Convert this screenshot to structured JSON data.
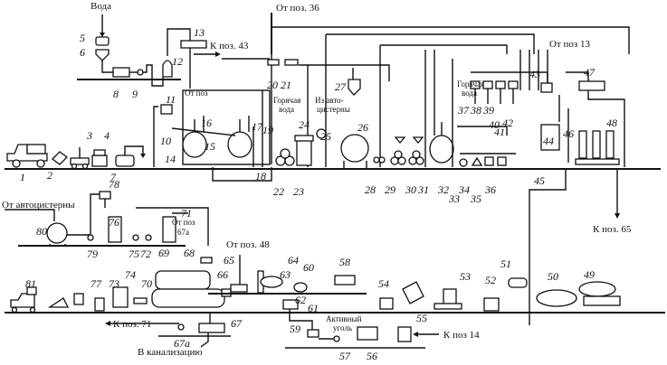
{
  "diagram": {
    "title": "Технологическая схема производства",
    "captions": {
      "voda": "Вода",
      "ot_poz_36": "От поз. 36",
      "k_poz_43": "К поз. 43",
      "ot_poz_13": "От поз 13",
      "ot_poz_top": "От поз",
      "goryachaya_voda_1_a": "Горячая",
      "goryachaya_voda_1_b": "вода",
      "iz_avtocisterny_a": "Из авто-",
      "iz_avtocisterny_b": "цистерны",
      "goryachaya_voda_2_a": "Горячая",
      "goryachaya_voda_2_b": "вода",
      "k_poz_65": "К поз. 65",
      "ot_avtocisterny": "От автоцистерны",
      "ot_poz_67a_a": "От поз",
      "ot_poz_67a_b": "67а",
      "ot_poz_48": "От поз. 48",
      "k_poz_71": "К поз. 71",
      "v_kanalizaciyu": "В канализацию",
      "aktivny_ugol_a": "Активный",
      "aktivny_ugol_b": "уголь",
      "k_poz_14": "К поз 14"
    },
    "positions": [
      "1",
      "2",
      "3",
      "4",
      "5",
      "6",
      "7",
      "8",
      "9",
      "10",
      "11",
      "12",
      "13",
      "14",
      "15",
      "16",
      "17",
      "18",
      "19",
      "20",
      "21",
      "22",
      "23",
      "24",
      "25",
      "26",
      "27",
      "28",
      "29",
      "30",
      "31",
      "32",
      "33",
      "34",
      "35",
      "36",
      "37",
      "38",
      "39",
      "40",
      "41",
      "42",
      "43",
      "44",
      "45",
      "46",
      "47",
      "48",
      "49",
      "50",
      "51",
      "52",
      "53",
      "54",
      "55",
      "56",
      "57",
      "58",
      "59",
      "60",
      "61",
      "62",
      "63",
      "64",
      "65",
      "66",
      "67",
      "67а",
      "68",
      "69",
      "70",
      "71",
      "72",
      "73",
      "74",
      "75",
      "76",
      "77",
      "78",
      "79",
      "80",
      "81"
    ]
  }
}
